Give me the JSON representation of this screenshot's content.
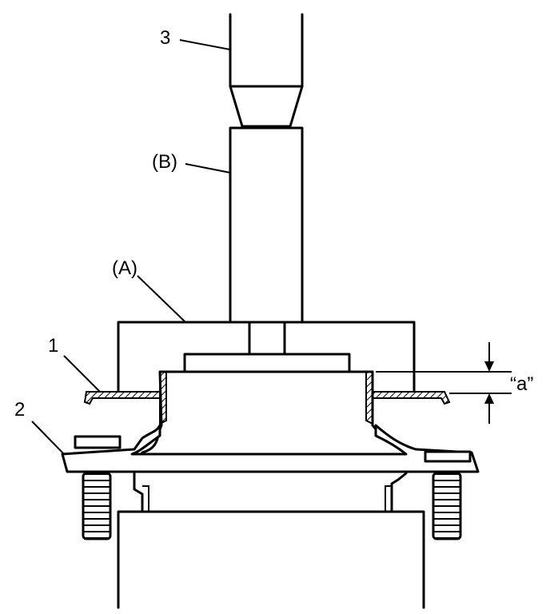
{
  "labels": {
    "press": "3",
    "tool_b": "(B)",
    "tool_a": "(A)",
    "part_1": "1",
    "part_2": "2",
    "dimension_a": "“a”"
  }
}
